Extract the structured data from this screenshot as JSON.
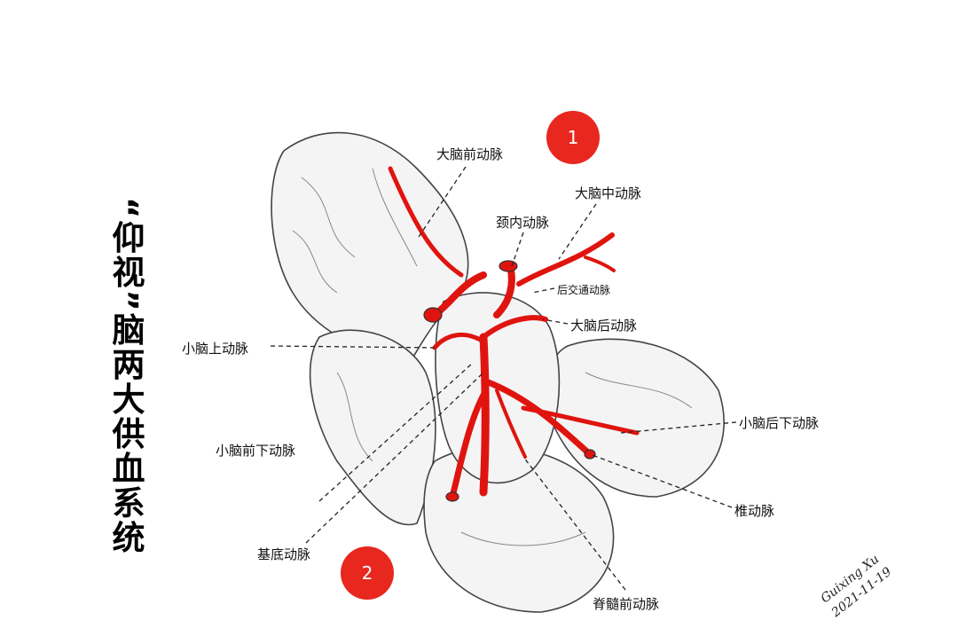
{
  "title": "“仰视”脑两大供血系统",
  "markers": [
    "1",
    "2"
  ],
  "labels": {
    "aca": "大脑前动脉",
    "mca": "大脑中动脉",
    "ica": "颈内动脉",
    "pcom": "后交通动脉",
    "pca": "大脑后动脉",
    "sca": "小脑上动脉",
    "pica": "小脑后下动脉",
    "aica": "小脑前下动脉",
    "va": "椎动脉",
    "ba": "基底动脉",
    "asa": "脊髓前动脉"
  },
  "signature": {
    "name": "Guixing Xu",
    "date": "2021-11-19"
  },
  "colors": {
    "artery": "#e0140f",
    "marker": "#e8271e",
    "outline": "#444444"
  }
}
